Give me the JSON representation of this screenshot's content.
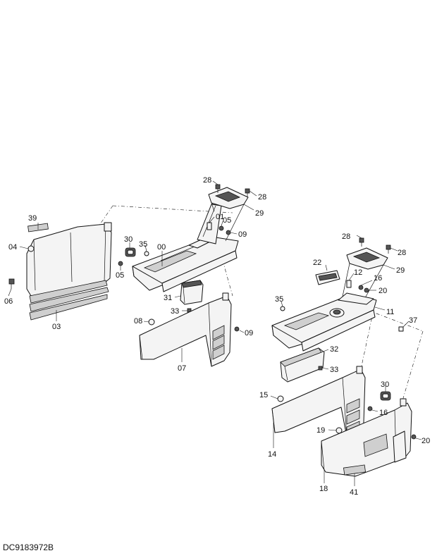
{
  "diagram": {
    "code": "DC9183972B",
    "labels": {
      "l00": "00",
      "l01": "01",
      "l03": "03",
      "l04": "04",
      "l05a": "05",
      "l05b": "05",
      "l06": "06",
      "l07": "07",
      "l08": "08",
      "l09a": "09",
      "l09b": "09",
      "l11": "11",
      "l12": "12",
      "l14": "14",
      "l15": "15",
      "l16a": "16",
      "l16b": "16",
      "l18": "18",
      "l19": "19",
      "l20a": "20",
      "l20b": "20",
      "l22": "22",
      "l28a": "28",
      "l28b": "28",
      "l28c": "28",
      "l28d": "28",
      "l29a": "29",
      "l29b": "29",
      "l30a": "30",
      "l30b": "30",
      "l31": "31",
      "l32": "32",
      "l33a": "33",
      "l33b": "33",
      "l35a": "35",
      "l35b": "35",
      "l37": "37",
      "l39": "39",
      "l41": "41"
    }
  }
}
